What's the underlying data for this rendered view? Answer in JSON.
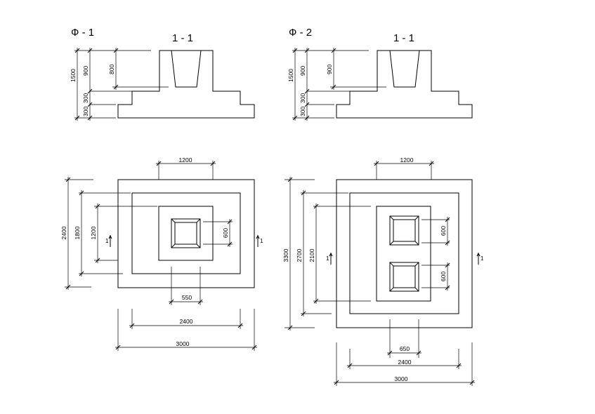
{
  "f1": {
    "mark": "Ф - 1",
    "section_label": "1 - 1",
    "sec_dims": {
      "total_h": "1500",
      "glass_h": "900",
      "socket_d": "800",
      "step1": "300",
      "step2": "300"
    },
    "plan_dims": {
      "top_w": "1200",
      "outer_h": "2400",
      "mid_h": "1800",
      "inner_h": "1200",
      "socket_h": "600",
      "socket_w": "550",
      "mid_w": "2400",
      "outer_w": "3000"
    },
    "cut_mark": "1"
  },
  "f2": {
    "mark": "Ф - 2",
    "section_label": "1 - 1",
    "sec_dims": {
      "total_h": "1500",
      "glass_h": "900",
      "socket_d": "900",
      "step1": "300",
      "step2": "300"
    },
    "plan_dims": {
      "top_w": "1200",
      "outer_h": "3300",
      "mid_h": "2700",
      "inner_h": "2100",
      "socket1_h": "600",
      "socket2_h": "600",
      "socket_w": "650",
      "mid_w": "2400",
      "outer_w": "3000"
    },
    "cut_mark": "1"
  }
}
